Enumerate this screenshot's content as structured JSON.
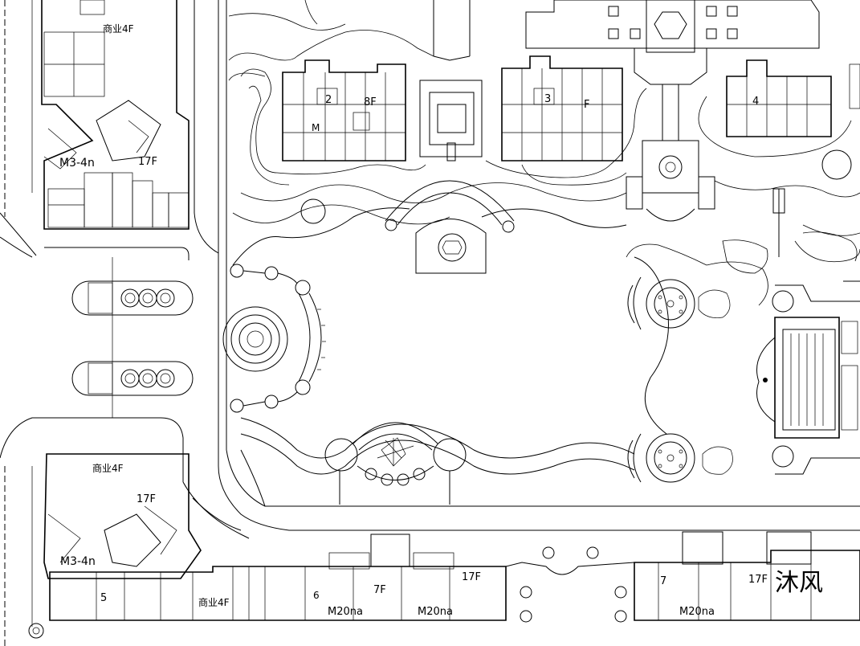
{
  "plan": {
    "labels": {
      "commercial_north": "商业4F",
      "commercial_south": "商业4F",
      "commercial_south_row": "商业4F",
      "tower_17f_north": "17F",
      "tower_17f_south": "17F",
      "tower_m3_north": "M3-4n",
      "tower_m3_south": "M3-4n",
      "block_2": "2",
      "block_2_floors": "8F",
      "block_2_m": "M",
      "block_3": "3",
      "block_3_floors": "F",
      "block_4": "4",
      "row_5": "5",
      "row_6": "6",
      "row_7f": "7F",
      "row_17f_a": "17F",
      "row_m20_a": "M20na",
      "row_m20_b": "M20na",
      "row_7": "7",
      "row_17f_b": "17F",
      "row_m20_c": "M20na"
    },
    "watermark": "沐风"
  }
}
